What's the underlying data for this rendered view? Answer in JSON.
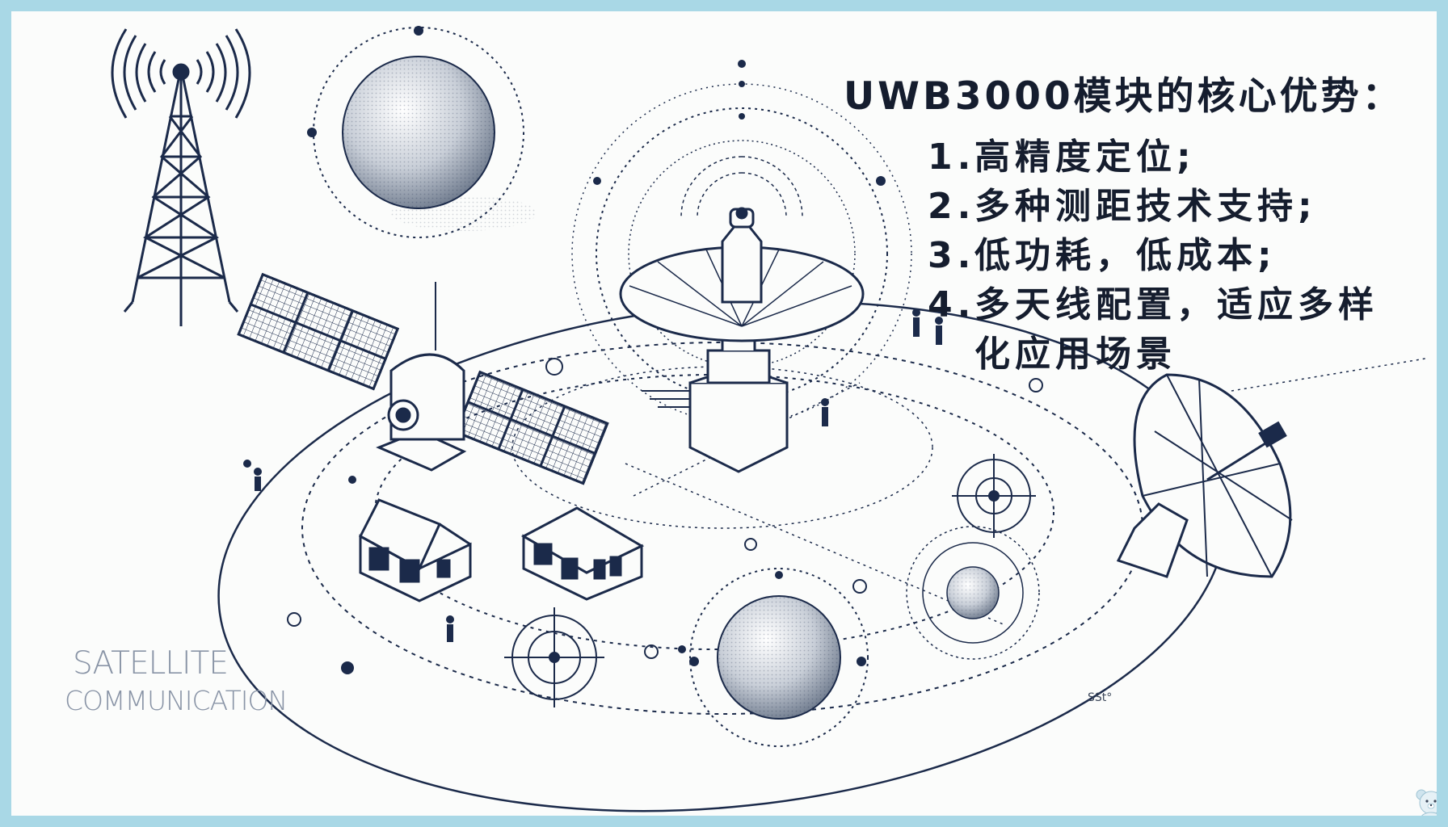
{
  "headline": "UWB3000模块的核心优势：",
  "advantages": [
    {
      "num": "1.",
      "text": "高精度定位;"
    },
    {
      "num": "2.",
      "text": "多种测距技术支持;"
    },
    {
      "num": "3.",
      "text": "低功耗，低成本;"
    },
    {
      "num": "4.",
      "text": "多天线配置，适应多样化应用场景"
    }
  ],
  "caption": {
    "line1": "SATELLITE",
    "line2": "COMMUNICATION"
  },
  "small_mark": "SSt°",
  "colors": {
    "frame": "#a9d8e6",
    "background": "#fbfcfb",
    "ink": "#1b2a4a",
    "text": "#151d2e",
    "caption": "#8994a6"
  },
  "icons": [
    "radio-tower-icon",
    "planet-icon",
    "satellite-icon",
    "dish-antenna-icon",
    "building-icon",
    "person-icon",
    "target-icon",
    "bear-logo-icon"
  ]
}
